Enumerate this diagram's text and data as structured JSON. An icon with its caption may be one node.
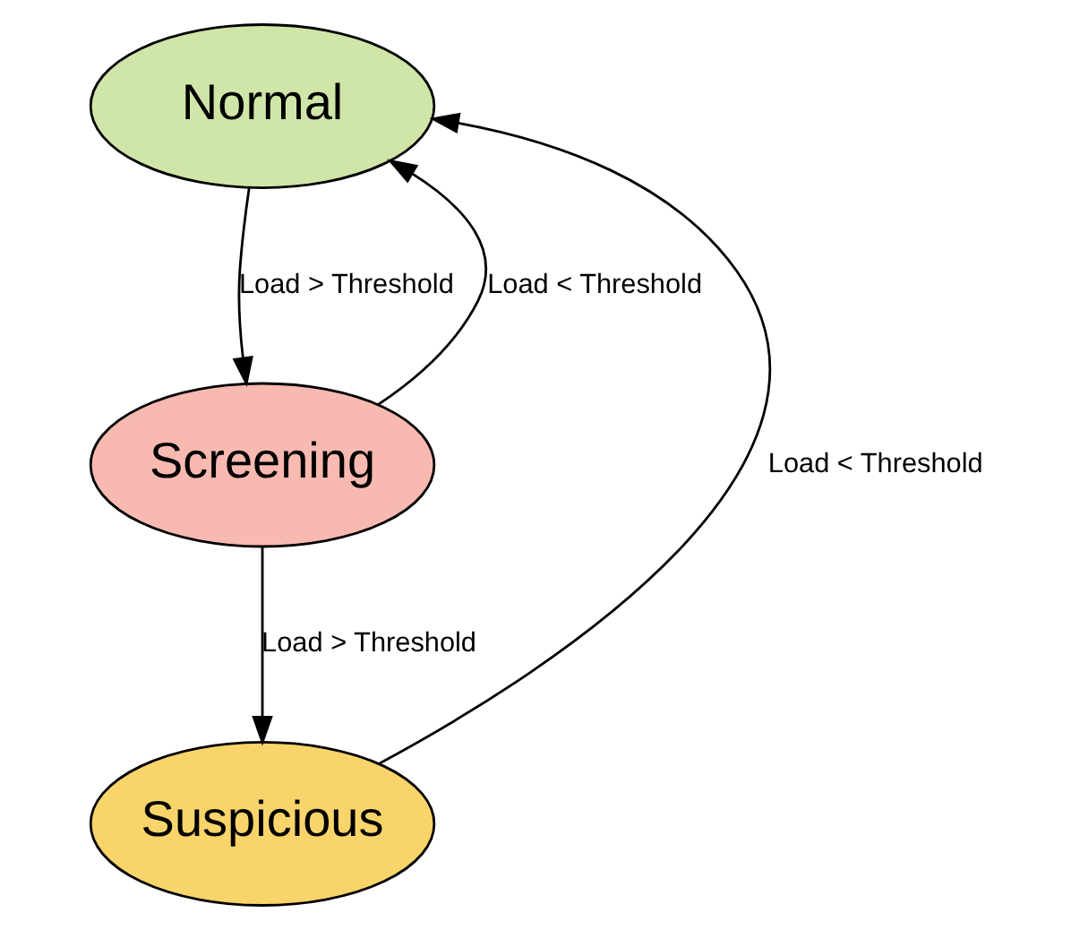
{
  "diagram": {
    "nodes": [
      {
        "text": [
          "Normal"
        ]
      },
      {
        "text": [
          "Screening"
        ]
      },
      {
        "text": [
          "Suspicious"
        ]
      }
    ],
    "edges": [
      {
        "from": 0,
        "to": 1,
        "arrow": "to",
        "label": "Load > Threshold"
      },
      {
        "from": 1,
        "to": 0,
        "arrow": "to",
        "label": "Load < Threshold"
      },
      {
        "from": 1,
        "to": 2,
        "arrow": "to",
        "label": "Load > Threshold"
      },
      {
        "from": 2,
        "to": 0,
        "arrow": "to",
        "label": "Load < Threshold"
      }
    ]
  }
}
